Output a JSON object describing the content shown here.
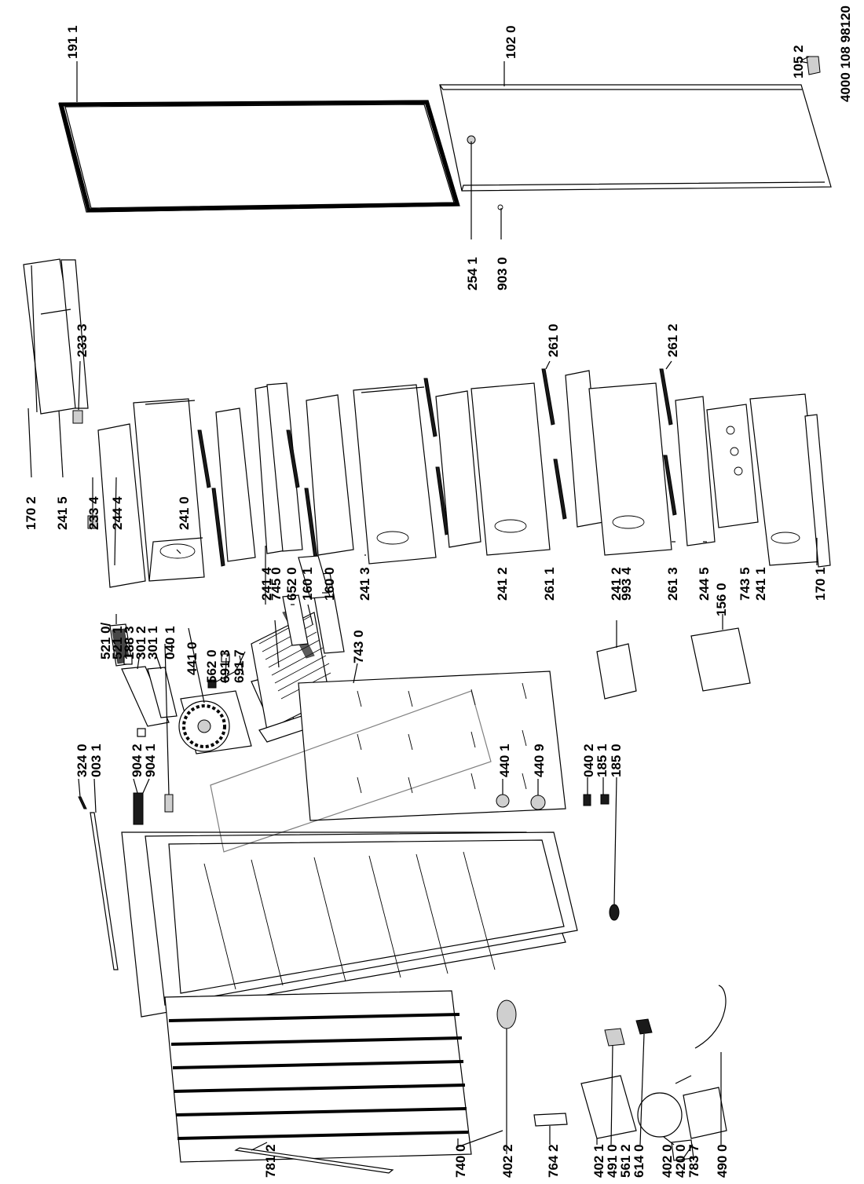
{
  "doc_number": "4000 108 98120",
  "labels": {
    "p1911": "191 1",
    "p1020": "102 0",
    "p1052": "105 2",
    "p2541": "254 1",
    "p9030": "903 0",
    "p2333": "233 3",
    "p2610": "261 0",
    "p2612": "261 2",
    "p1702a": "170 2",
    "p2415": "241 5",
    "p2334": "233 4",
    "p2444": "244 4",
    "p2410": "241 0",
    "p2414": "241 4",
    "p7450": "745 0",
    "p6520": "652 0",
    "p1601": "160 1",
    "p1600": "160 0",
    "p2413": "241 3",
    "p7430": "743 0",
    "p2412a": "241 2",
    "p2611": "261 1",
    "p2412b": "241 2",
    "p9934": "993 4",
    "p2613": "261 3",
    "p2445": "244 5",
    "p1560": "156 0",
    "p7435": "743 5",
    "p2411": "241 1",
    "p1701": "170 1",
    "p5210": "521 0/",
    "p5211": "521 1",
    "p1883": "188 3",
    "p3012": "301 2",
    "p3011": "301 1",
    "p0401": "040 1",
    "p4410": "441 0",
    "p5620": "562 0",
    "p6913": "691 3",
    "p6917": "691 7",
    "p3240": "324 0",
    "p0031": "003 1",
    "p9042": "904 2",
    "p9041": "904 1",
    "p4401": "440 1",
    "p4409": "440 9",
    "p0402": "040 2",
    "p1851": "185 1",
    "p1850": "185 0",
    "p7812": "781 2",
    "p7400": "740 0",
    "p4022": "402 2",
    "p7642": "764 2",
    "p4021": "402 1",
    "p4910": "491 0",
    "p5612": "561 2",
    "p6140": "614 0",
    "p4020": "402 0",
    "p4200": "420 0",
    "p7837": "783 7",
    "p4900": "490 0"
  }
}
